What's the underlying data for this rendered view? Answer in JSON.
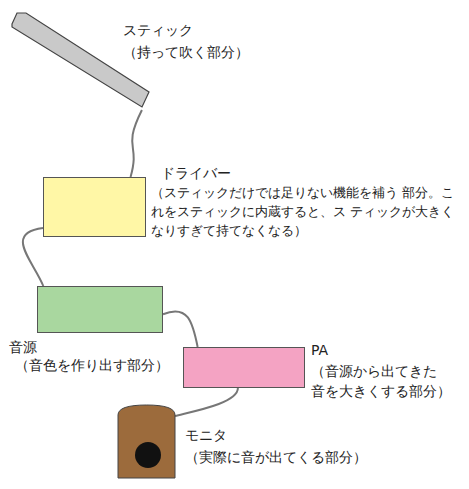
{
  "diagram": {
    "nodes": [
      {
        "text": [
          "スティック",
          "（持って吹く部分）"
        ]
      },
      {
        "text": [
          "ドライバー",
          "（スティックだけでは足りない機能を補う 部分。これをスティックに内蔵すると、ス ティックが大きくなりすぎて持てなくなる）"
        ]
      },
      {
        "text": [
          "音源",
          "（音色を作り出す部分）"
        ]
      },
      {
        "text": [
          "PA",
          "（音源から出てきた 音を大きくする部分）"
        ]
      },
      {
        "text": [
          "モニタ",
          "（実際に音が出てくる部分）"
        ]
      }
    ],
    "edges": [
      {
        "from": 0,
        "to": 1,
        "arrow": "none"
      },
      {
        "from": 1,
        "to": 2,
        "arrow": "none"
      },
      {
        "from": 2,
        "to": 3,
        "arrow": "none"
      },
      {
        "from": 3,
        "to": 4,
        "arrow": "none"
      }
    ]
  }
}
